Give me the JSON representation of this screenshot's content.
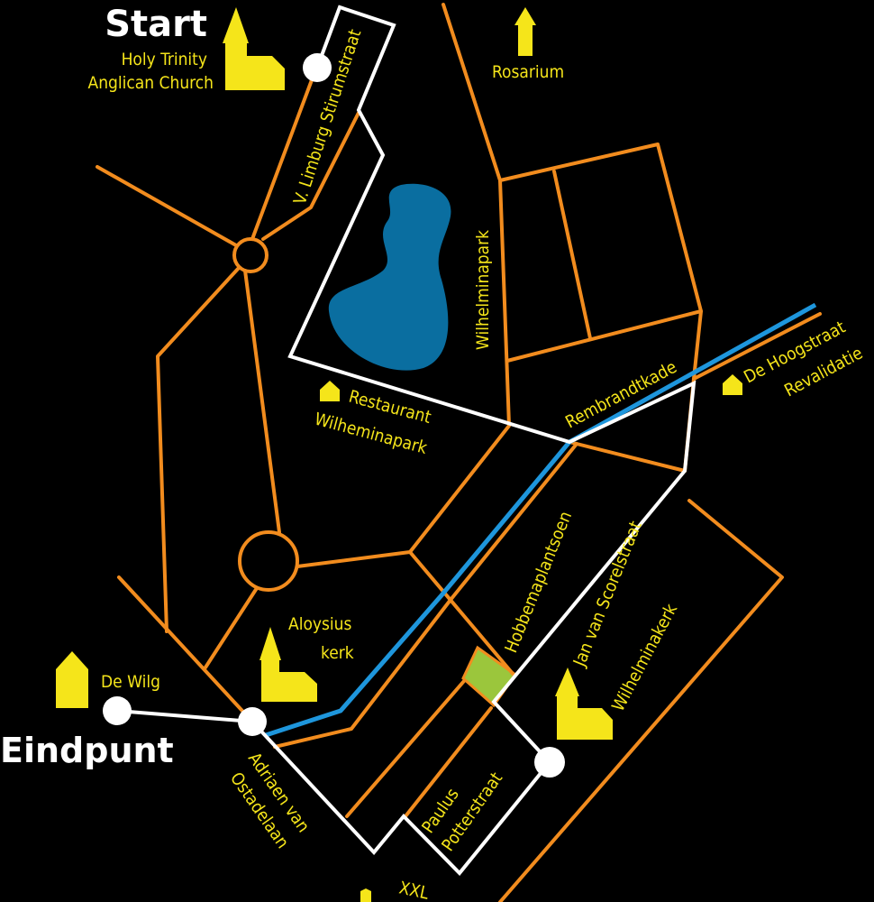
{
  "start": {
    "title": "Start",
    "place": [
      "Holy Trinity",
      "Anglican Church"
    ]
  },
  "end": {
    "title": "Eindpunt"
  },
  "labels": {
    "rosarium": "Rosarium",
    "limburg": "V. Limburg Stirumstraat",
    "wilhelminapark": "Wilhelminapark",
    "restaurant": [
      "Restaurant",
      "Wilheminapark"
    ],
    "rembrandtkade": "Rembrandtkade",
    "hoogstraat": [
      "De Hoogstraat",
      "Revalidatie"
    ],
    "hobbema": "Hobbemaplantsoen",
    "scorel": "Jan van Scorelstraat",
    "wilhelminakerk": "Wilhelminakerk",
    "aloysius": [
      "Aloysius",
      "kerk"
    ],
    "dewilg": "De Wilg",
    "ostade": [
      "Adriaen van",
      "Ostadelaan"
    ],
    "potter": [
      "Paulus",
      "Potterstraat"
    ],
    "xxl": "XXL"
  },
  "colors": {
    "background": "#000000",
    "road": "#f28c1e",
    "route": "#ffffff",
    "canal": "#1e96dc",
    "lake": "#0a6ea0",
    "label": "#f5e51a",
    "park": "#9bc63c"
  },
  "icons": [
    "church-icon",
    "house-icon",
    "arrow-up-icon",
    "waypoint-icon"
  ]
}
